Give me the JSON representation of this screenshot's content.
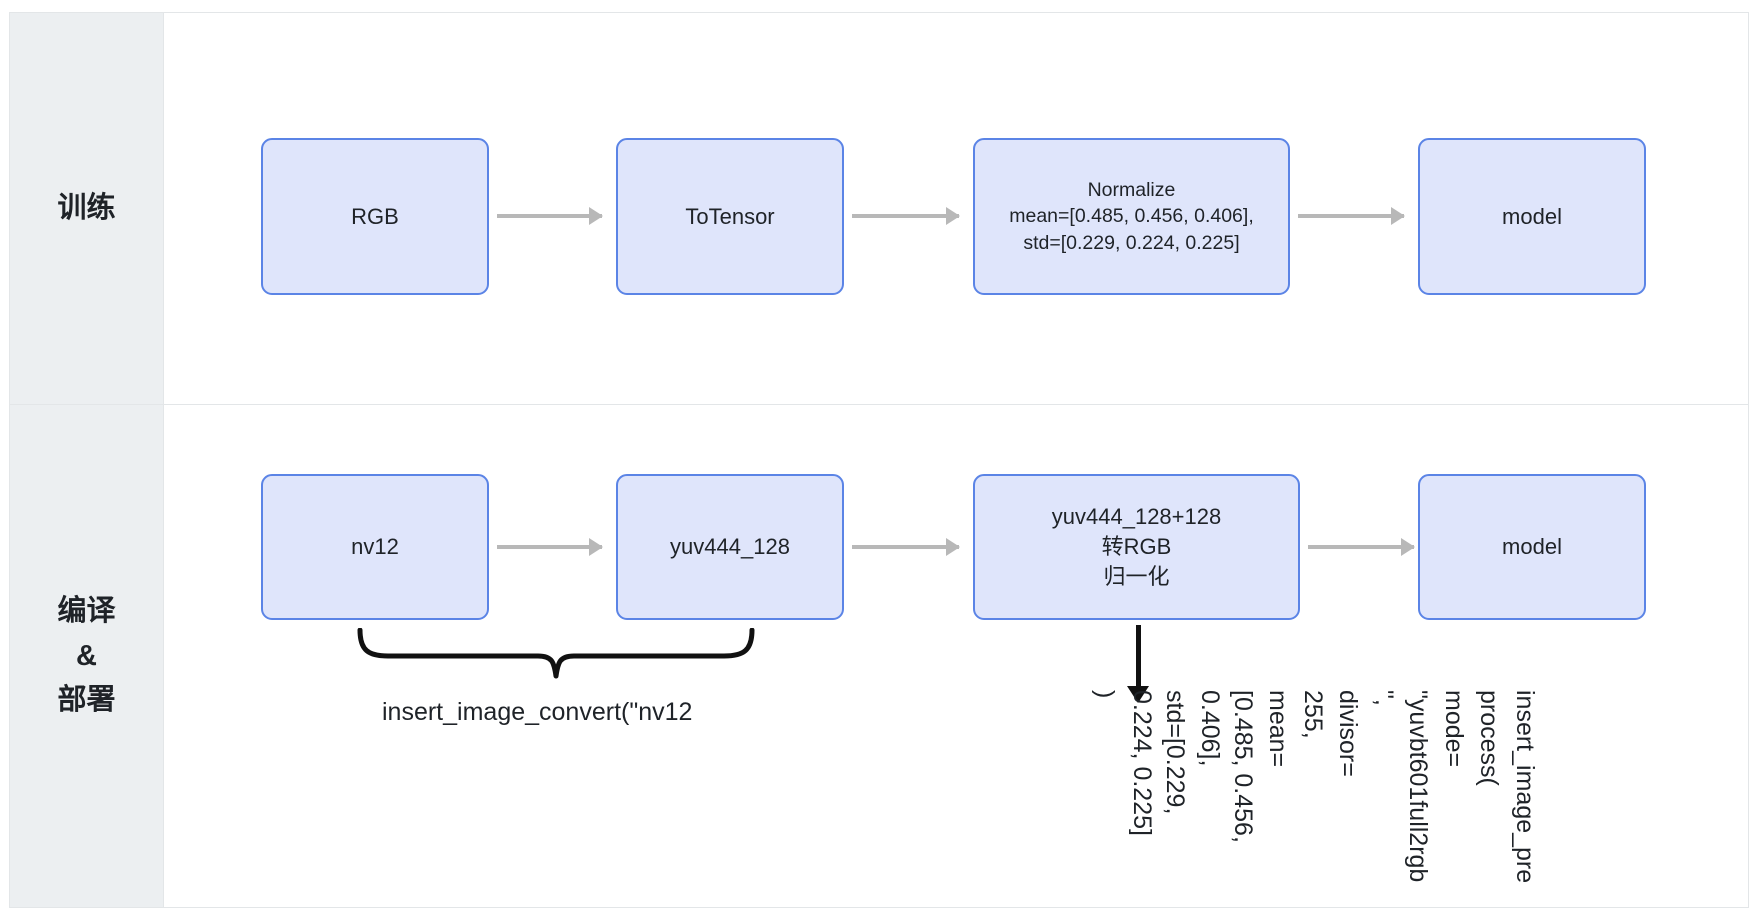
{
  "diagram": {
    "title_rows": [
      {
        "id": "train",
        "lines": [
          "训练"
        ]
      },
      {
        "id": "deploy",
        "lines": [
          "编译",
          "&",
          "部署"
        ]
      }
    ],
    "colors": {
      "node_fill": "#dfe5fb",
      "node_border": "#5b84e6",
      "arrow": "#b8b8b8",
      "rowhead_bg": "#eceff1",
      "frame_border": "#e3e6e8",
      "text": "#1f2328",
      "brace": "#111111"
    },
    "train_row": {
      "nodes": [
        {
          "id": "rgb",
          "label": "RGB"
        },
        {
          "id": "totensor",
          "label": "ToTensor"
        },
        {
          "id": "normalize",
          "label": "Normalize\nmean=[0.485, 0.456, 0.406],\nstd=[0.229, 0.224, 0.225]"
        },
        {
          "id": "model",
          "label": "model"
        }
      ]
    },
    "deploy_row": {
      "nodes": [
        {
          "id": "nv12",
          "label": "nv12"
        },
        {
          "id": "yuv444",
          "label": "yuv444_128"
        },
        {
          "id": "convert",
          "label": "yuv444_128+128\n转RGB\n归一化"
        },
        {
          "id": "model",
          "label": "model"
        }
      ],
      "brace_label": "insert_image_convert(\"nv12",
      "rotated_annotation_columns": [
        ")",
        "0.224, 0.225]",
        "std=[0.229,",
        "0.406],",
        "[0.485, 0.456,",
        "mean=",
        "255,",
        "divisor=",
        "\",",
        "\"yuvbt601full2rgb",
        "mode=",
        "process(",
        "insert_image_pre"
      ]
    }
  }
}
